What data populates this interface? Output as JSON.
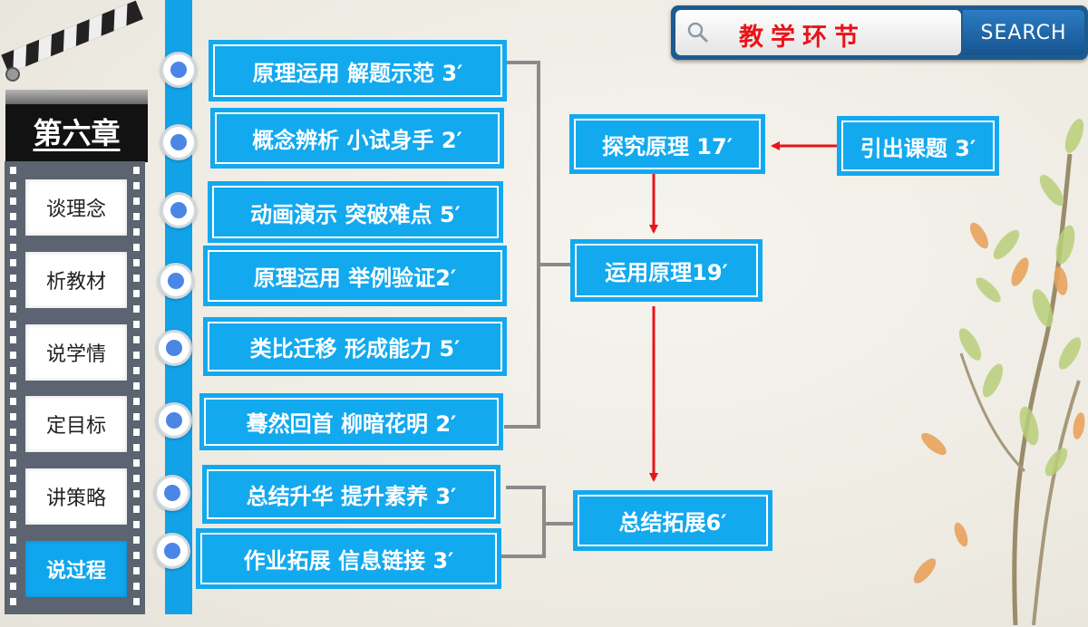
{
  "search": {
    "title": "教学环节",
    "button_label": "SEARCH"
  },
  "sidebar": {
    "chapter": "第六章",
    "items": [
      {
        "label": "谈理念",
        "active": false
      },
      {
        "label": "析教材",
        "active": false
      },
      {
        "label": "说学情",
        "active": false
      },
      {
        "label": "定目标",
        "active": false
      },
      {
        "label": "讲策略",
        "active": false
      },
      {
        "label": "说过程",
        "active": true
      }
    ]
  },
  "steps": [
    "原理运用 解题示范 3′",
    "概念辨析 小试身手 2′",
    "动画演示 突破难点 5′",
    "原理运用 举例验证2′",
    "类比迁移 形成能力 5′",
    "蓦然回首 柳暗花明 2′",
    "总结升华 提升素养 3′",
    "作业拓展 信息链接 3′"
  ],
  "phases": {
    "intro": "引出课题 3′",
    "explore": "探究原理 17′",
    "apply": "运用原理19′",
    "summary": "总结拓展6′"
  },
  "colors": {
    "accent": "#12a9ef",
    "arrow": "#e8141a",
    "connector": "#8a8a8a"
  }
}
